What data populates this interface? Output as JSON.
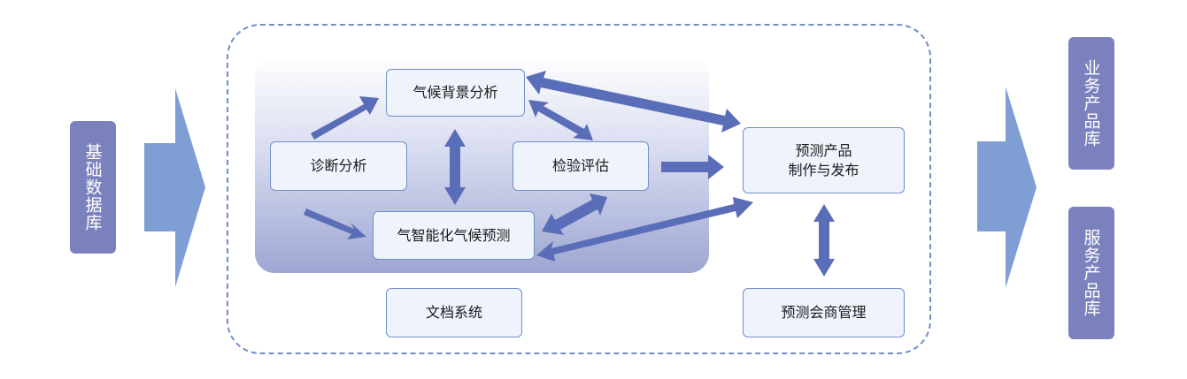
{
  "diagram": {
    "left_source": {
      "label": "基础数据库"
    },
    "right_targets": [
      {
        "label": "业务产品库"
      },
      {
        "label": "服务产品库"
      }
    ],
    "nodes": {
      "background_analysis": "气候背景分析",
      "diagnosis_analysis": "诊断分析",
      "verification": "检验评估",
      "smart_forecast": "气智能化气候预测",
      "product_line1": "预测产品",
      "product_line2": "制作与发布",
      "document_system": "文档系统",
      "forecast_consultation": "预测会商管理"
    }
  },
  "colors": {
    "big_arrow": "#7f9fd4",
    "flow_arrow": "#5a6db8",
    "side_box": "#7b81bd",
    "node_border": "#6f8fc9",
    "node_fill": "#eef3fc",
    "dashed_frame": "#6f8fc9"
  }
}
